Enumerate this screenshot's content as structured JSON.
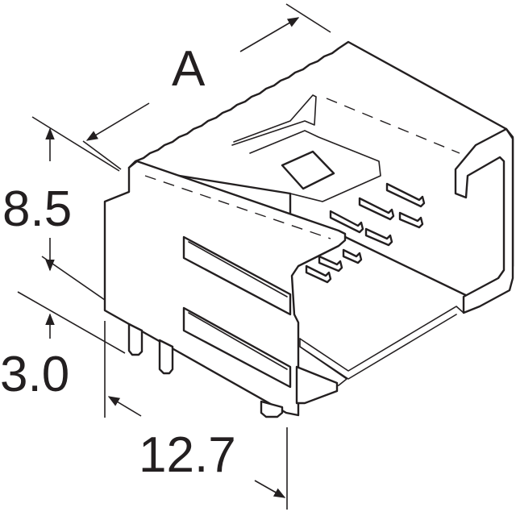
{
  "figure": {
    "dimensions": {
      "width_a": "A",
      "height_body": "8.5",
      "pin_length": "3.0",
      "depth": "12.7"
    },
    "colors": {
      "line": "#231f20",
      "background": "#ffffff"
    }
  }
}
